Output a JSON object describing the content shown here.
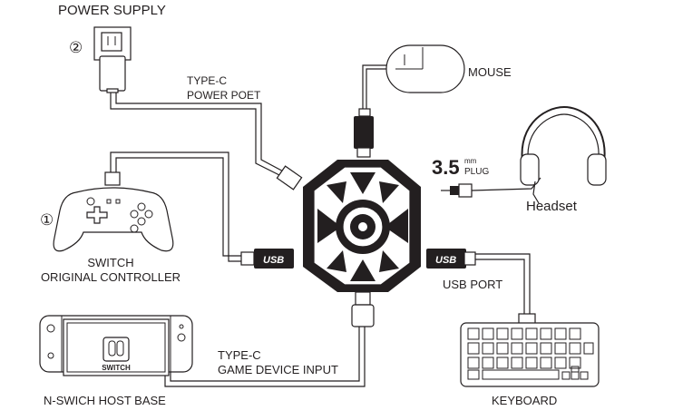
{
  "labels": {
    "power_supply": "POWER SUPPLY",
    "power_supply_marker": "②",
    "type_c_power_line1": "TYPE-C",
    "type_c_power_line2": "POWER POET",
    "mouse": "MOUSE",
    "plug_size": "3.5",
    "plug_unit": "mm",
    "plug_word": "PLUG",
    "headset": "Headset",
    "controller_marker": "①",
    "controller_line1": "SWITCH",
    "controller_line2": "ORIGINAL CONTROLLER",
    "usb_port": "USB PORT",
    "type_c_game_line1": "TYPE-C",
    "type_c_game_line2": "GAME DEVICE INPUT",
    "host_base": "N-SWICH HOST BASE",
    "keyboard": "KEYBOARD",
    "switch_dock_text": "SWITCH",
    "usb_text": "USB"
  },
  "colors": {
    "ink": "#231f20",
    "background": "#ffffff"
  },
  "icons": [
    "power-adapter-icon",
    "mouse-icon",
    "headset-icon",
    "gamepad-icon",
    "switch-console-icon",
    "keyboard-icon",
    "adapter-hub-icon",
    "usb-plug-icon",
    "audio-jack-icon"
  ]
}
